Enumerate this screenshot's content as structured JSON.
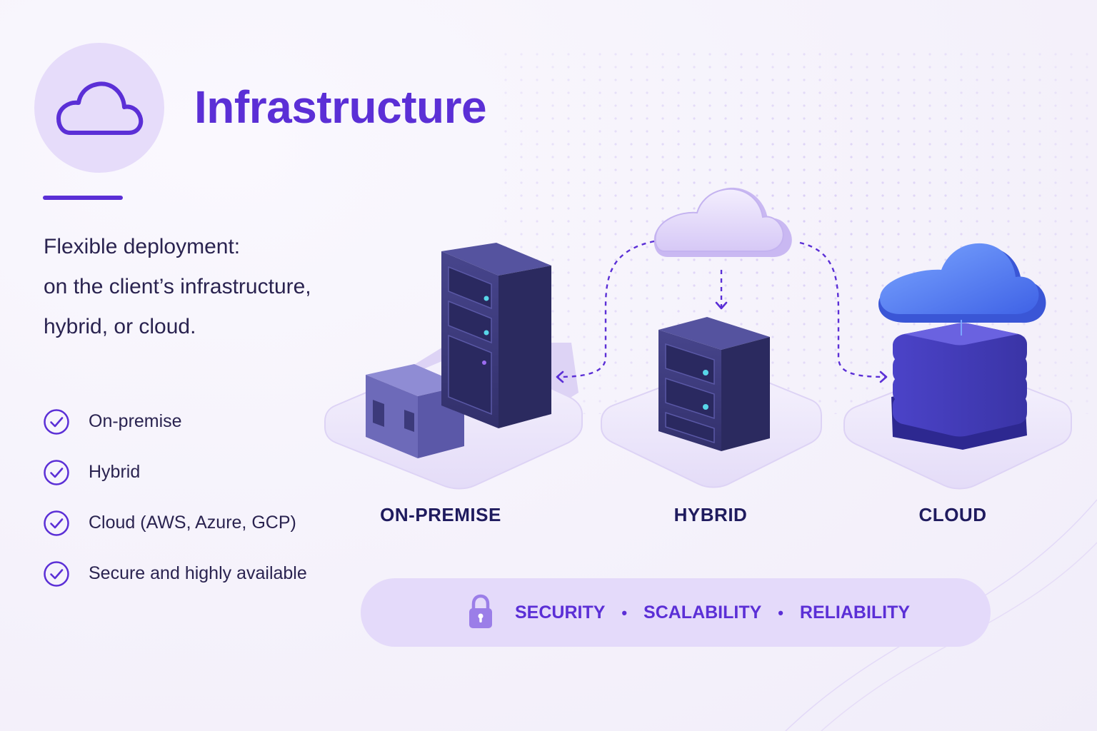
{
  "header": {
    "icon": "cloud-icon",
    "title": "Infrastructure"
  },
  "description": {
    "lines": [
      "Flexible deployment:",
      "on the client’s infrastructure,",
      "hybrid, or cloud."
    ]
  },
  "features": [
    {
      "icon": "check-circle-icon",
      "label": "On-premise"
    },
    {
      "icon": "check-circle-icon",
      "label": "Hybrid"
    },
    {
      "icon": "check-circle-icon",
      "label": "Cloud (AWS, Azure, GCP)"
    },
    {
      "icon": "check-circle-icon",
      "label": "Secure and highly available"
    }
  ],
  "platforms": [
    {
      "label": "ON-PREMISE",
      "icon": "building-server-icon"
    },
    {
      "label": "HYBRID",
      "icon": "server-cloud-icon"
    },
    {
      "label": "CLOUD",
      "icon": "cloud-storage-icon"
    }
  ],
  "banner": {
    "icon": "lock-icon",
    "items": [
      "SECURITY",
      "SCALABILITY",
      "RELIABILITY"
    ],
    "separator": "•"
  },
  "colors": {
    "accent": "#5b2fd6",
    "text": "#2a2350",
    "label": "#1f1b5e",
    "server": "#3b3a78",
    "cloud_blue": "#4f7df0",
    "platform": "#ece6fa",
    "banner_bg": "#e4dafa"
  }
}
